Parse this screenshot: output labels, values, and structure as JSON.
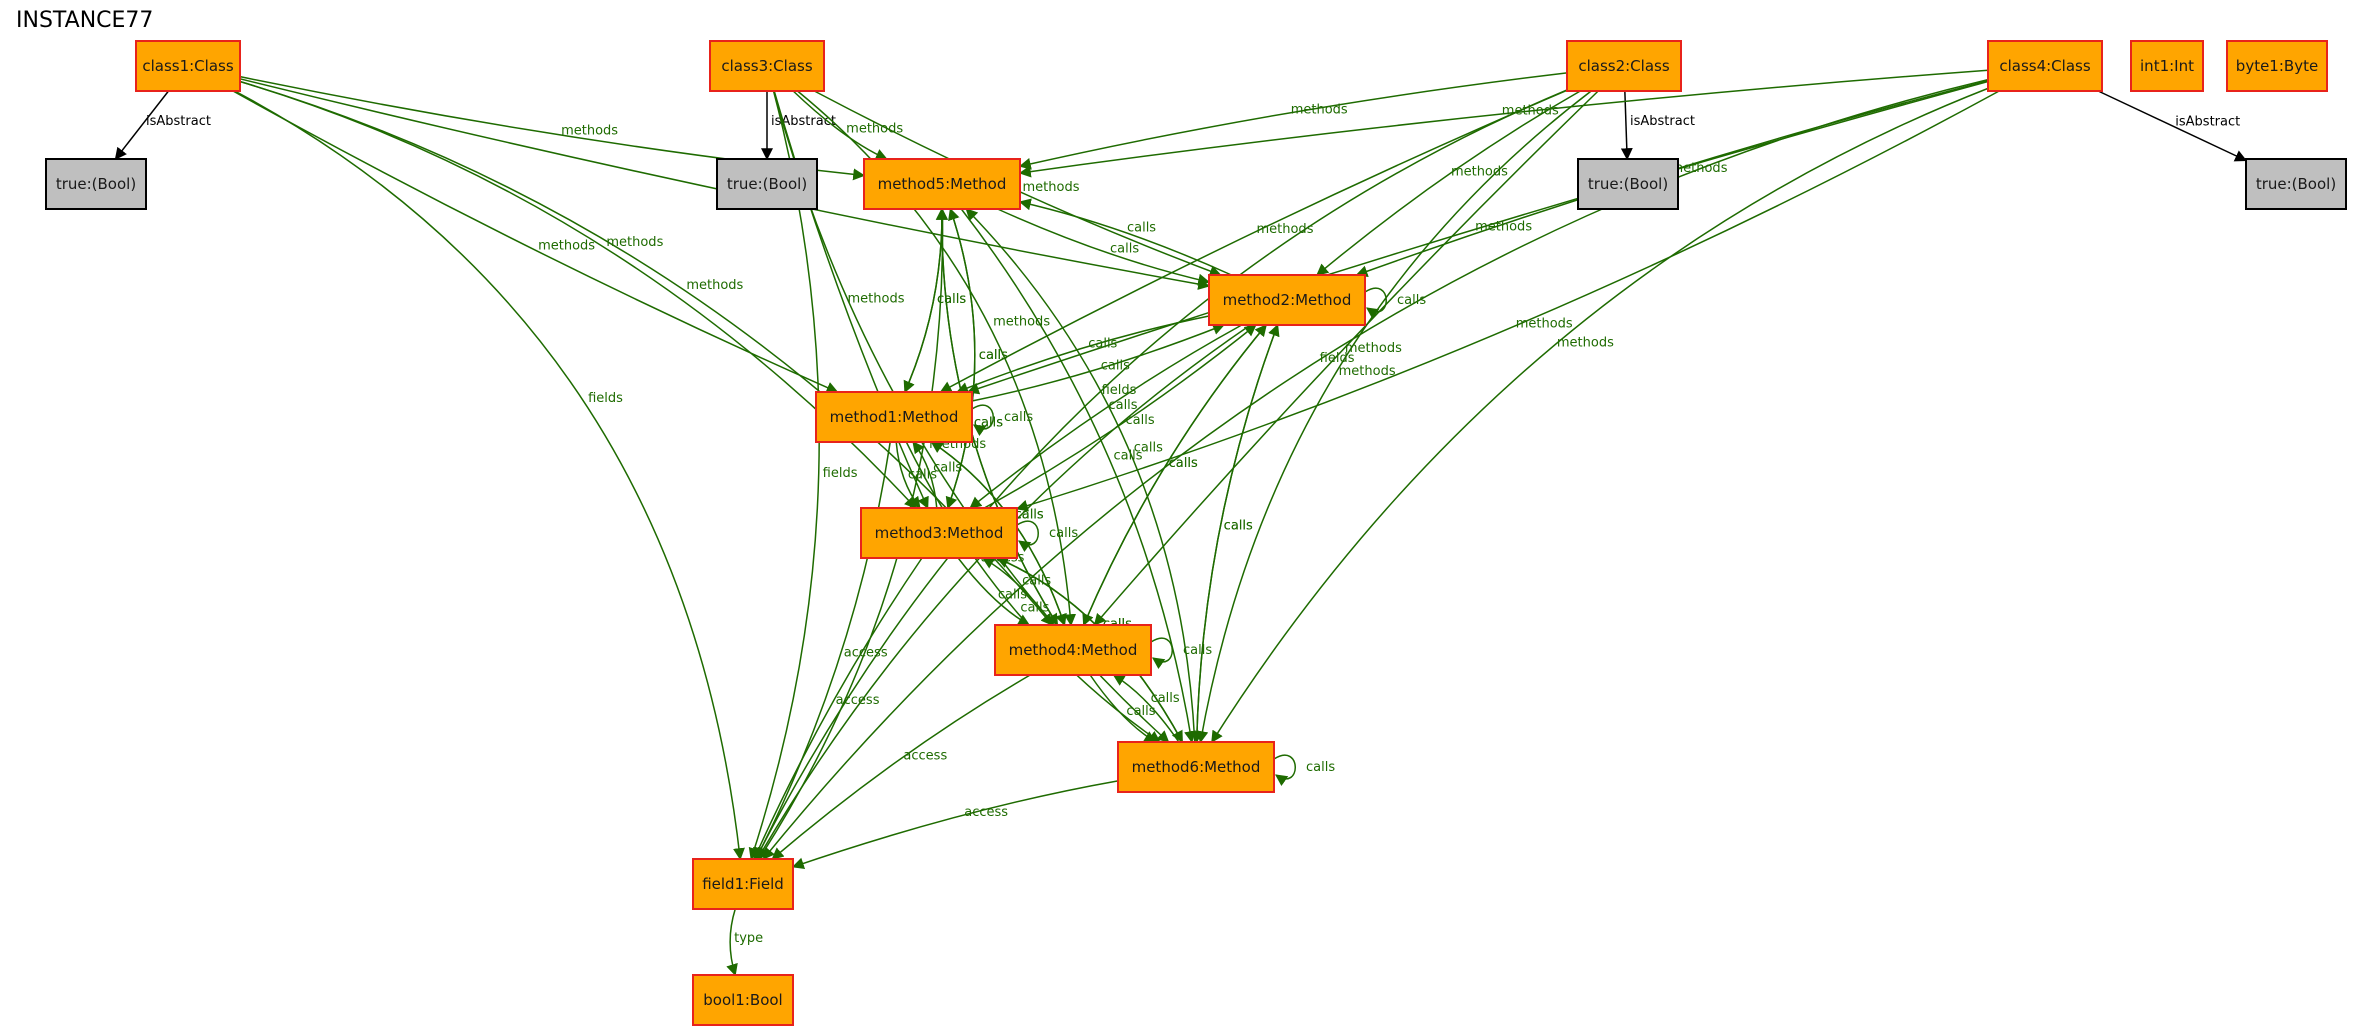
{
  "title": "INSTANCE77",
  "colors": {
    "object_fill": "#ffa500",
    "object_stroke": "#e8231b",
    "value_fill": "#bfbfbf",
    "value_stroke": "#000000",
    "edge_green": "#1e6b00",
    "edge_black": "#000000",
    "edge_label_green": "#1e6b00",
    "edge_label_black": "#000000"
  },
  "nodes": [
    {
      "id": "class1",
      "label": "class1:Class",
      "kind": "object"
    },
    {
      "id": "class3",
      "label": "class3:Class",
      "kind": "object"
    },
    {
      "id": "class2",
      "label": "class2:Class",
      "kind": "object"
    },
    {
      "id": "class4",
      "label": "class4:Class",
      "kind": "object"
    },
    {
      "id": "int1",
      "label": "int1:Int",
      "kind": "object"
    },
    {
      "id": "byte1",
      "label": "byte1:Byte",
      "kind": "object"
    },
    {
      "id": "true1",
      "label": "true:(Bool)",
      "kind": "value"
    },
    {
      "id": "true3",
      "label": "true:(Bool)",
      "kind": "value"
    },
    {
      "id": "true2",
      "label": "true:(Bool)",
      "kind": "value"
    },
    {
      "id": "true4",
      "label": "true:(Bool)",
      "kind": "value"
    },
    {
      "id": "method5",
      "label": "method5:Method",
      "kind": "object"
    },
    {
      "id": "method2",
      "label": "method2:Method",
      "kind": "object"
    },
    {
      "id": "method1",
      "label": "method1:Method",
      "kind": "object"
    },
    {
      "id": "method3",
      "label": "method3:Method",
      "kind": "object"
    },
    {
      "id": "method4",
      "label": "method4:Method",
      "kind": "object"
    },
    {
      "id": "method6",
      "label": "method6:Method",
      "kind": "object"
    },
    {
      "id": "field1",
      "label": "field1:Field",
      "kind": "object"
    },
    {
      "id": "bool1",
      "label": "bool1:Bool",
      "kind": "object"
    }
  ],
  "edges": [
    {
      "from": "class1",
      "to": "true1",
      "label": "isAbstract",
      "style": "black"
    },
    {
      "from": "class3",
      "to": "true3",
      "label": "isAbstract",
      "style": "black"
    },
    {
      "from": "class2",
      "to": "true2",
      "label": "isAbstract",
      "style": "black"
    },
    {
      "from": "class4",
      "to": "true4",
      "label": "isAbstract",
      "style": "black"
    },
    {
      "from": "class1",
      "to": "method5",
      "label": "methods",
      "style": "green"
    },
    {
      "from": "class1",
      "to": "method1",
      "label": "methods",
      "style": "green"
    },
    {
      "from": "class1",
      "to": "method3",
      "label": "methods",
      "style": "green"
    },
    {
      "from": "class1",
      "to": "method4",
      "label": "methods",
      "style": "green"
    },
    {
      "from": "class1",
      "to": "method2",
      "label": "methods",
      "style": "green"
    },
    {
      "from": "class1",
      "to": "field1",
      "label": "fields",
      "style": "green"
    },
    {
      "from": "class3",
      "to": "method5",
      "label": "methods",
      "style": "green"
    },
    {
      "from": "class3",
      "to": "method2",
      "label": "methods",
      "style": "green"
    },
    {
      "from": "class3",
      "to": "method3",
      "label": "methods",
      "style": "green"
    },
    {
      "from": "class3",
      "to": "method4",
      "label": "methods",
      "style": "green"
    },
    {
      "from": "class3",
      "to": "method6",
      "label": "methods",
      "style": "green"
    },
    {
      "from": "class3",
      "to": "field1",
      "label": "fields",
      "style": "green"
    },
    {
      "from": "class2",
      "to": "method5",
      "label": "methods",
      "style": "green"
    },
    {
      "from": "class2",
      "to": "method2",
      "label": "methods",
      "style": "green"
    },
    {
      "from": "class2",
      "to": "method1",
      "label": "methods",
      "style": "green"
    },
    {
      "from": "class2",
      "to": "method4",
      "label": "methods",
      "style": "green"
    },
    {
      "from": "class2",
      "to": "method6",
      "label": "methods",
      "style": "green"
    },
    {
      "from": "class2",
      "to": "field1",
      "label": "fields",
      "style": "green"
    },
    {
      "from": "class4",
      "to": "method5",
      "label": "methods",
      "style": "green"
    },
    {
      "from": "class4",
      "to": "method2",
      "label": "methods",
      "style": "green"
    },
    {
      "from": "class4",
      "to": "method1",
      "label": "methods",
      "style": "green"
    },
    {
      "from": "class4",
      "to": "method3",
      "label": "methods",
      "style": "green"
    },
    {
      "from": "class4",
      "to": "method6",
      "label": "methods",
      "style": "green"
    },
    {
      "from": "class4",
      "to": "field1",
      "label": "fields",
      "style": "green"
    },
    {
      "from": "method5",
      "to": "method1",
      "label": "calls",
      "style": "green"
    },
    {
      "from": "method1",
      "to": "method5",
      "label": "calls",
      "style": "green"
    },
    {
      "from": "method5",
      "to": "method2",
      "label": "calls",
      "style": "green"
    },
    {
      "from": "method2",
      "to": "method5",
      "label": "calls",
      "style": "green"
    },
    {
      "from": "method5",
      "to": "method3",
      "label": "calls",
      "style": "green"
    },
    {
      "from": "method3",
      "to": "method5",
      "label": "calls",
      "style": "green"
    },
    {
      "from": "method5",
      "to": "method4",
      "label": "calls",
      "style": "green"
    },
    {
      "from": "method4",
      "to": "method5",
      "label": "calls",
      "style": "green"
    },
    {
      "from": "method5",
      "to": "method6",
      "label": "calls",
      "style": "green"
    },
    {
      "from": "method6",
      "to": "method5",
      "label": "calls",
      "style": "green"
    },
    {
      "from": "method5",
      "to": "field1",
      "label": "access",
      "style": "green"
    },
    {
      "from": "method2",
      "to": "method2",
      "label": "calls",
      "style": "green"
    },
    {
      "from": "method2",
      "to": "method1",
      "label": "calls",
      "style": "green"
    },
    {
      "from": "method1",
      "to": "method2",
      "label": "calls",
      "style": "green"
    },
    {
      "from": "method2",
      "to": "method3",
      "label": "calls",
      "style": "green"
    },
    {
      "from": "method3",
      "to": "method2",
      "label": "calls",
      "style": "green"
    },
    {
      "from": "method2",
      "to": "method4",
      "label": "calls",
      "style": "green"
    },
    {
      "from": "method4",
      "to": "method2",
      "label": "calls",
      "style": "green"
    },
    {
      "from": "method2",
      "to": "method6",
      "label": "calls",
      "style": "green"
    },
    {
      "from": "method6",
      "to": "method2",
      "label": "calls",
      "style": "green"
    },
    {
      "from": "method2",
      "to": "field1",
      "label": "access",
      "style": "green"
    },
    {
      "from": "method1",
      "to": "method1",
      "label": "calls",
      "style": "green"
    },
    {
      "from": "method1",
      "to": "method3",
      "label": "calls",
      "style": "green"
    },
    {
      "from": "method3",
      "to": "method1",
      "label": "calls",
      "style": "green"
    },
    {
      "from": "method1",
      "to": "method4",
      "label": "calls",
      "style": "green"
    },
    {
      "from": "method4",
      "to": "method1",
      "label": "calls",
      "style": "green"
    },
    {
      "from": "method1",
      "to": "method6",
      "label": "calls",
      "style": "green"
    },
    {
      "from": "method1",
      "to": "field1",
      "label": "access",
      "style": "green"
    },
    {
      "from": "method3",
      "to": "method3",
      "label": "calls",
      "style": "green"
    },
    {
      "from": "method3",
      "to": "method4",
      "label": "calls",
      "style": "green"
    },
    {
      "from": "method4",
      "to": "method3",
      "label": "calls",
      "style": "green"
    },
    {
      "from": "method3",
      "to": "method6",
      "label": "calls",
      "style": "green"
    },
    {
      "from": "method6",
      "to": "method3",
      "label": "calls",
      "style": "green"
    },
    {
      "from": "method3",
      "to": "field1",
      "label": "access",
      "style": "green"
    },
    {
      "from": "method4",
      "to": "method4",
      "label": "calls",
      "style": "green"
    },
    {
      "from": "method4",
      "to": "method6",
      "label": "calls",
      "style": "green"
    },
    {
      "from": "method6",
      "to": "method4",
      "label": "calls",
      "style": "green"
    },
    {
      "from": "method4",
      "to": "field1",
      "label": "access",
      "style": "green"
    },
    {
      "from": "method6",
      "to": "method6",
      "label": "calls",
      "style": "green"
    },
    {
      "from": "method6",
      "to": "field1",
      "label": "access",
      "style": "green"
    },
    {
      "from": "field1",
      "to": "bool1",
      "label": "type",
      "style": "green"
    }
  ]
}
